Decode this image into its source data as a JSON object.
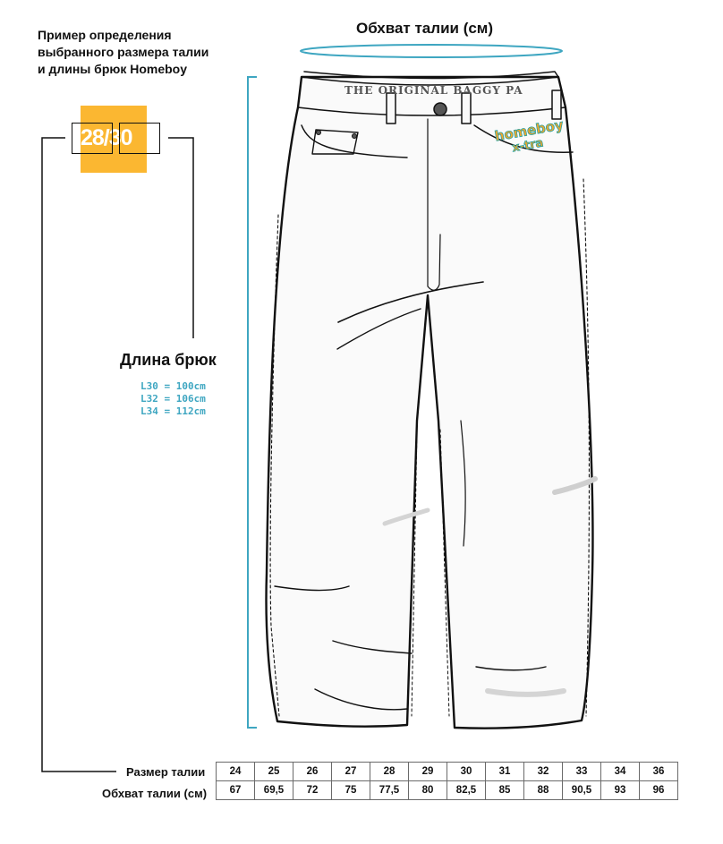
{
  "intro": {
    "lines": [
      "Пример определения",
      "выбранного размера талии",
      "и длины брюк Homeboy"
    ]
  },
  "waist_title": "Обхват талии (см)",
  "example_size": {
    "label": "28/30",
    "badge_color": "#fbb731"
  },
  "length": {
    "title": "Длина брюк",
    "items": [
      "L30 = 100cm",
      "L32 = 106cm",
      "L34 = 112cm"
    ],
    "color": "#3ea6c1"
  },
  "jeans": {
    "waistband_text": "THE ORIGINAL BAGGY PA",
    "patch_line1": "homeboy",
    "patch_line2": "x-tra"
  },
  "size_table": {
    "row_labels": [
      "Размер талии",
      "Обхват талии (см)"
    ],
    "sizes": [
      "24",
      "25",
      "26",
      "27",
      "28",
      "29",
      "30",
      "31",
      "32",
      "33",
      "34",
      "36"
    ],
    "waist_cm": [
      "67",
      "69,5",
      "72",
      "75",
      "77,5",
      "80",
      "82,5",
      "85",
      "88",
      "90,5",
      "93",
      "96"
    ]
  },
  "colors": {
    "accent": "#3ea6c1",
    "badge": "#fbb731",
    "line": "#111111"
  }
}
